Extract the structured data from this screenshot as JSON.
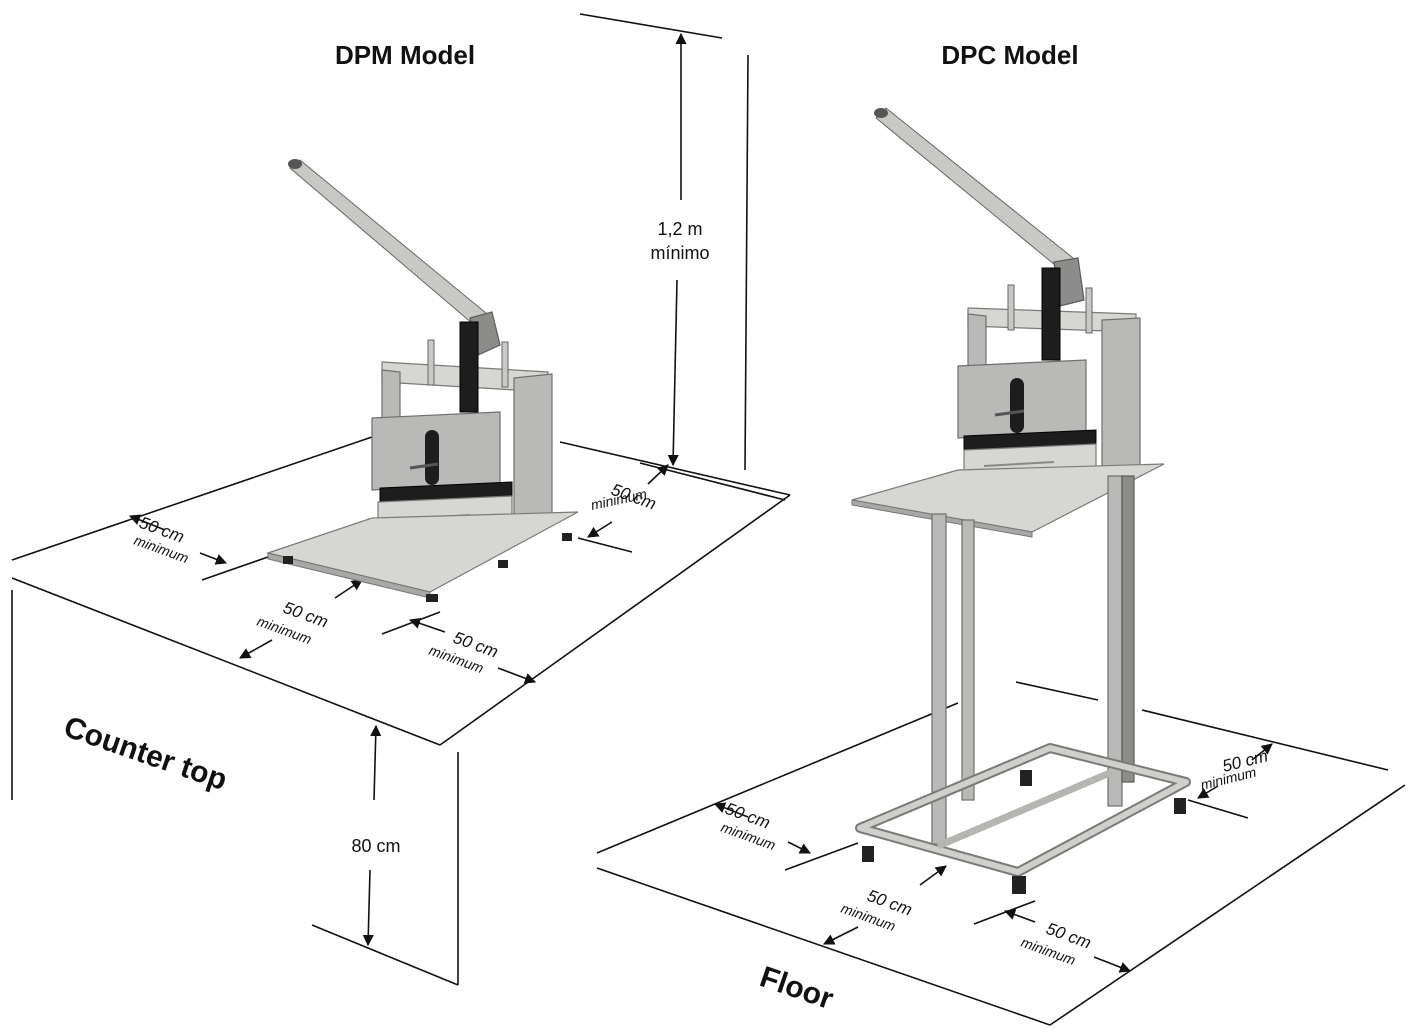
{
  "left": {
    "title": "DPM Model",
    "surface_label": "Counter top",
    "height_label": "80 cm",
    "clearance_value": "1,2 m",
    "clearance_word": "mínimo",
    "spacing_value": "50 cm",
    "spacing_word": "minimum"
  },
  "right": {
    "title": "DPC Model",
    "surface_label": "Floor",
    "spacing_value": "50 cm",
    "spacing_word": "minimum"
  },
  "colors": {
    "metal": "#b9b9b7",
    "line": "#111111"
  }
}
